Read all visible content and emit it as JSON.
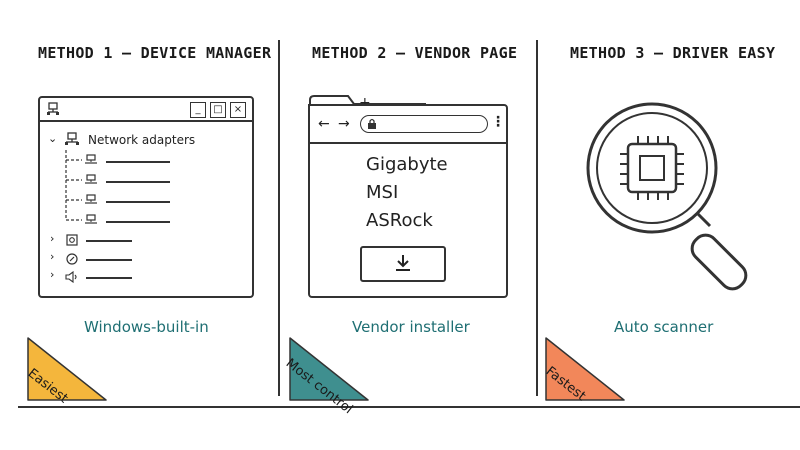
{
  "methods": [
    {
      "title": "METHOD 1 — DEVICE MANAGER",
      "caption": "Windows-built-in",
      "badge": "Easiest",
      "badge_color": "#f4b63c"
    },
    {
      "title": "METHOD 2 — VENDOR PAGE",
      "caption": "Vendor installer",
      "badge": "Most control",
      "badge_color": "#3f8f8f"
    },
    {
      "title": "METHOD 3 — DRIVER EASY",
      "caption": "Auto scanner",
      "badge": "Fastest",
      "badge_color": "#f2875a"
    }
  ],
  "device_manager": {
    "tree_root": "Network adapters",
    "titlebar_buttons": [
      "_",
      "□",
      "×"
    ]
  },
  "browser": {
    "vendors": [
      "Gigabyte",
      "MSI",
      "ASRock"
    ],
    "icons": [
      "back-arrow-icon",
      "forward-arrow-icon",
      "lock-icon",
      "more-vertical-icon",
      "download-icon",
      "new-tab-plus-icon"
    ]
  },
  "colors": {
    "caption_text": "#1f6f73",
    "line": "#333333"
  }
}
